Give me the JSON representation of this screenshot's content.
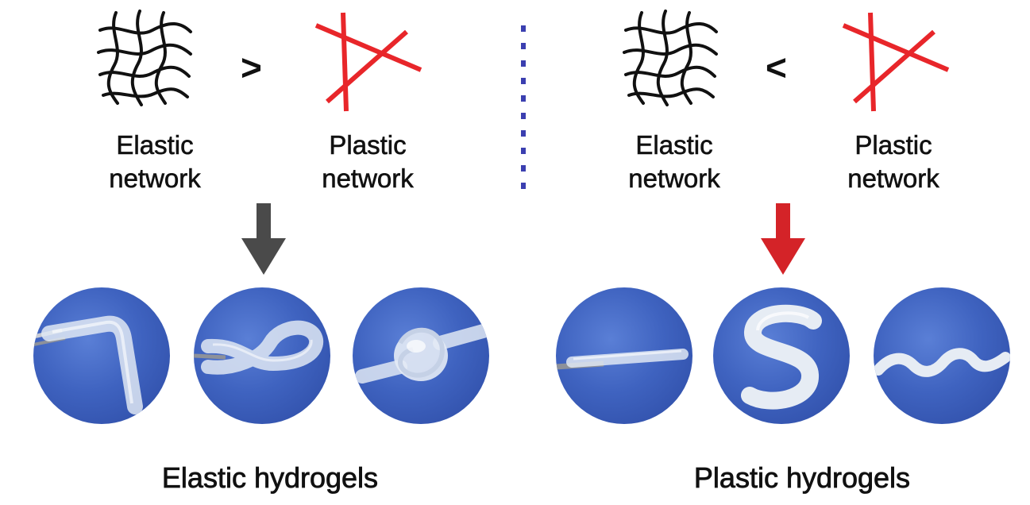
{
  "left_panel": {
    "elastic_label": [
      "Elastic",
      "network"
    ],
    "comparison": ">",
    "plastic_label": [
      "Plastic",
      "network"
    ],
    "result_caption": "Elastic hydrogels"
  },
  "right_panel": {
    "elastic_label": [
      "Elastic",
      "network"
    ],
    "comparison": "<",
    "plastic_label": [
      "Plastic",
      "network"
    ],
    "result_caption": "Plastic hydrogels"
  },
  "colors": {
    "elastic_network": "#111111",
    "plastic_network": "#e8262a",
    "left_arrow": "#4a4a4a",
    "right_arrow": "#d42328",
    "divider": "#3b3fb0",
    "photo_background": "#3f63c0"
  },
  "icons": {
    "elastic": "wavy-grid-network",
    "plastic": "crossed-straight-lines-network"
  }
}
